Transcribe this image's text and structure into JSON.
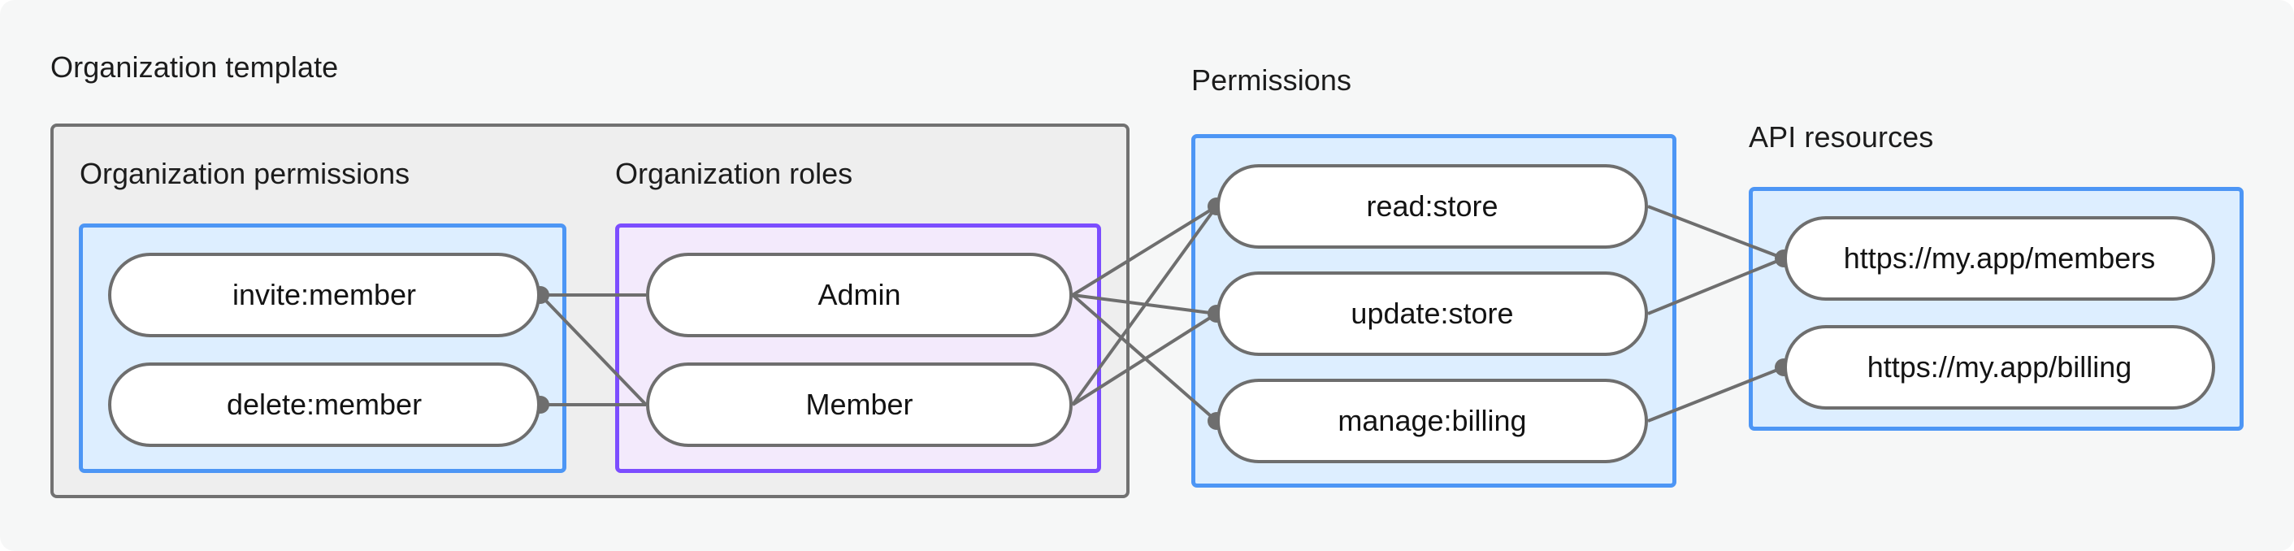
{
  "diagram": {
    "title_labels": {
      "organization_template": "Organization template",
      "permissions": "Permissions",
      "api_resources": "API resources"
    },
    "sub_labels": {
      "organization_permissions": "Organization permissions",
      "organization_roles": "Organization roles"
    },
    "colors": {
      "page_background": "#f6f7f7",
      "gray_container_fill": "#eeeeee",
      "gray_container_border": "#717171",
      "blue_fill": "#ddeeff",
      "blue_border": "#4d96f5",
      "purple_fill": "#f3eafc",
      "purple_border": "#7c4dff",
      "node_fill": "#ffffff",
      "node_border": "#6e6e6e",
      "edge_stroke": "#6e6e6e",
      "text": "#131313"
    },
    "groups": {
      "organization_permissions": {
        "nodes": [
          {
            "id": "invite-member",
            "label": "invite:member"
          },
          {
            "id": "delete-member",
            "label": "delete:member"
          }
        ]
      },
      "organization_roles": {
        "nodes": [
          {
            "id": "admin",
            "label": "Admin"
          },
          {
            "id": "member",
            "label": "Member"
          }
        ]
      },
      "permissions": {
        "nodes": [
          {
            "id": "read-store",
            "label": "read:store"
          },
          {
            "id": "update-store",
            "label": "update:store"
          },
          {
            "id": "manage-billing",
            "label": "manage:billing"
          }
        ]
      },
      "api_resources": {
        "nodes": [
          {
            "id": "members-url",
            "label": "https://my.app/members"
          },
          {
            "id": "billing-url",
            "label": "https://my.app/billing"
          }
        ]
      }
    },
    "edges": [
      {
        "from": "invite-member",
        "to": "admin"
      },
      {
        "from": "invite-member",
        "to": "member"
      },
      {
        "from": "delete-member",
        "to": "member"
      },
      {
        "from": "admin",
        "to": "read-store"
      },
      {
        "from": "admin",
        "to": "update-store"
      },
      {
        "from": "admin",
        "to": "manage-billing"
      },
      {
        "from": "member",
        "to": "read-store"
      },
      {
        "from": "member",
        "to": "update-store"
      },
      {
        "from": "read-store",
        "to": "members-url"
      },
      {
        "from": "update-store",
        "to": "members-url"
      },
      {
        "from": "manage-billing",
        "to": "billing-url"
      }
    ]
  }
}
